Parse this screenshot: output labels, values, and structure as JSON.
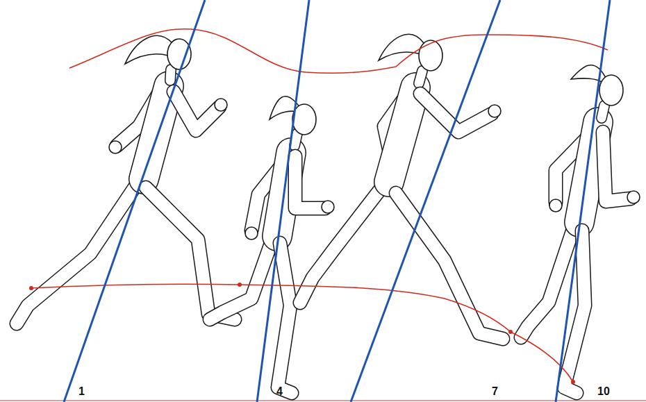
{
  "diagram": {
    "labels": [
      "1",
      "4",
      "7",
      "10"
    ]
  }
}
